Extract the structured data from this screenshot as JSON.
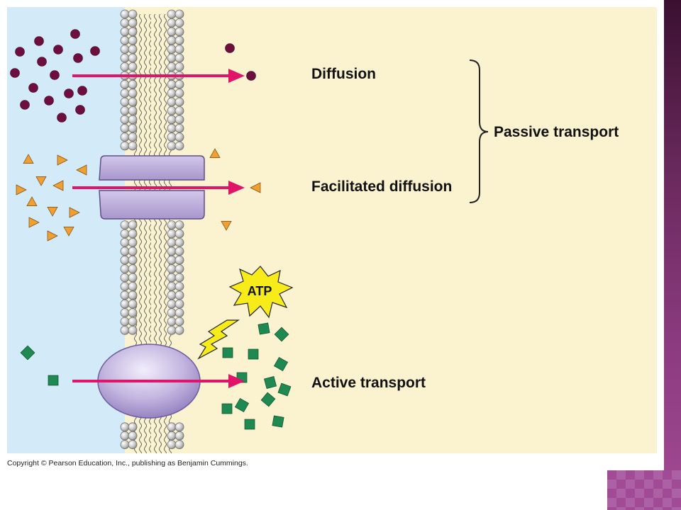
{
  "labels": {
    "diffusion": "Diffusion",
    "facilitated_diffusion": "Facilitated diffusion",
    "active_transport": "Active transport",
    "passive_transport": "Passive transport",
    "atp": "ATP"
  },
  "footer": {
    "copyright": "Copyright © Pearson Education, Inc., publishing as Benjamin Cummings."
  },
  "colors": {
    "outside_bg": "#d3eaf8",
    "inside_bg": "#fbf2cf",
    "arrow": "#e0156a",
    "molecule_dot": "#6e0e3e",
    "molecule_triangle": "#f0a030",
    "molecule_square": "#1e8a52",
    "atp_burst": "#f7ec1a",
    "protein": "#b4a6d3",
    "slide_accent": "#a14b97"
  },
  "icons": {
    "membrane": "phospholipid-bilayer",
    "channel": "channel-protein",
    "pump": "carrier-protein",
    "energy": "lightning-bolt"
  }
}
